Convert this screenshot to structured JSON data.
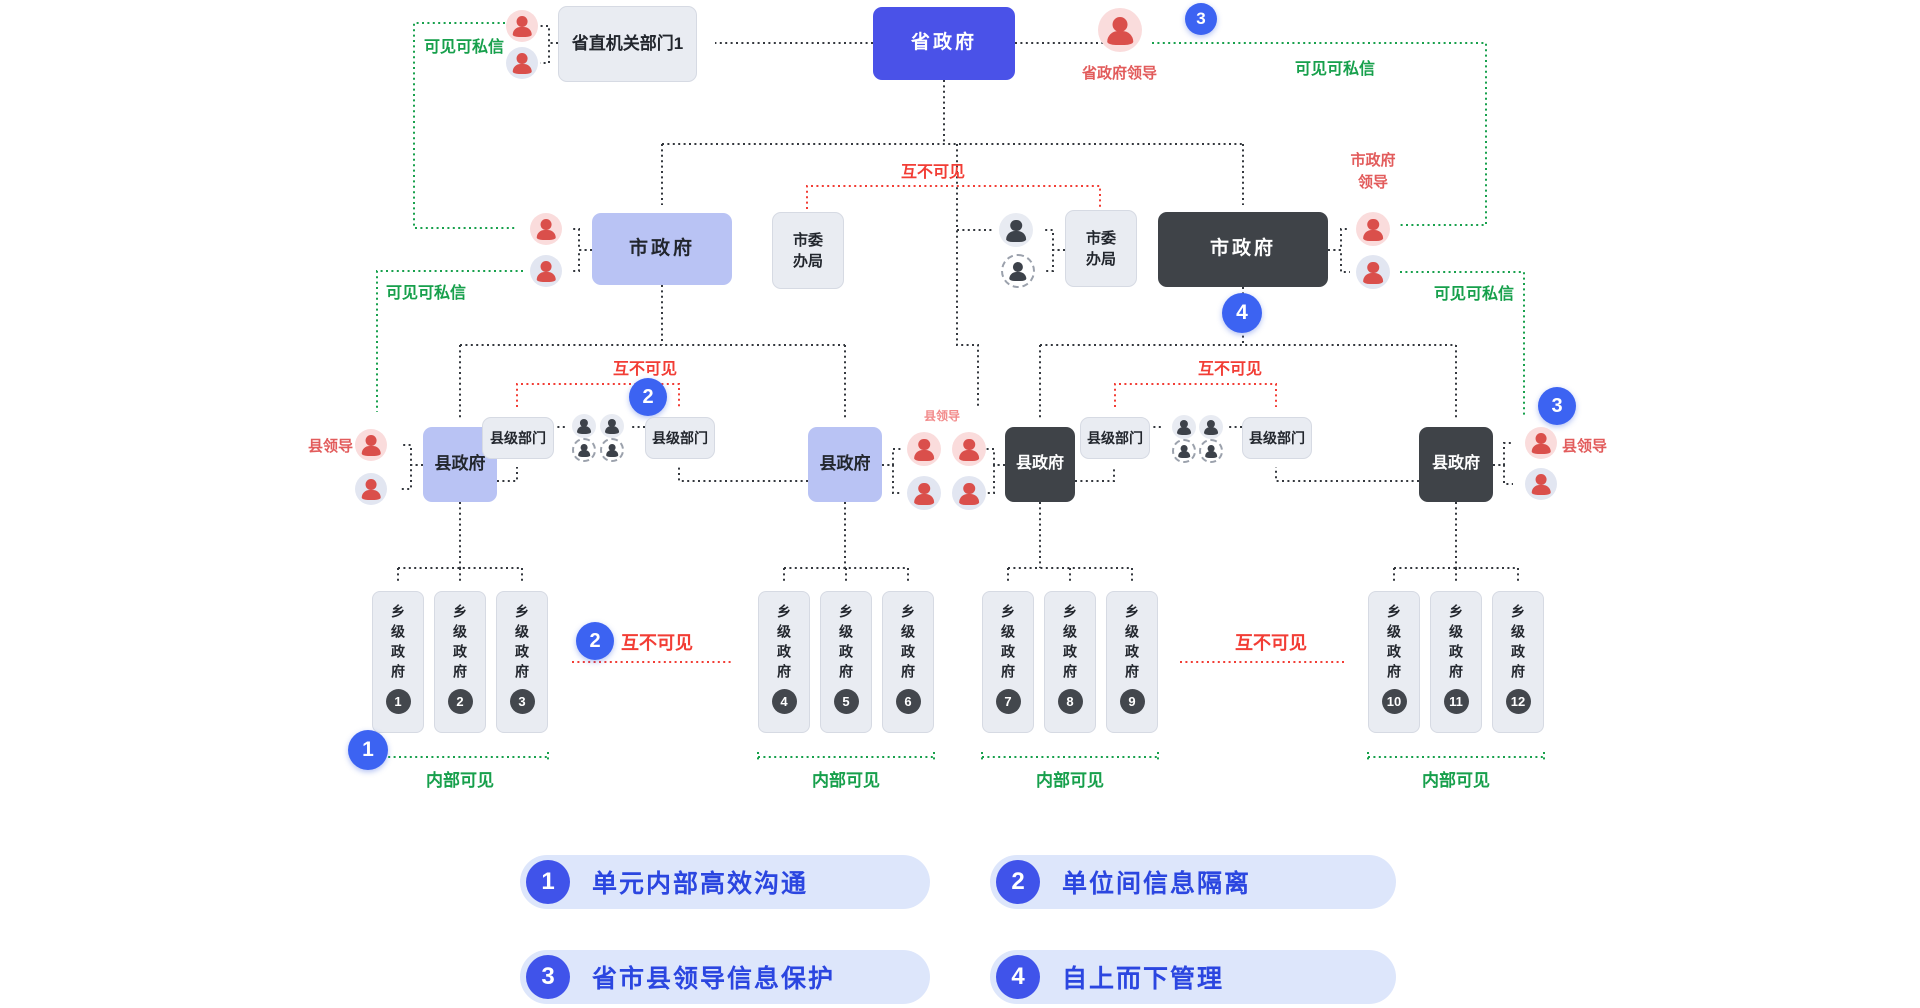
{
  "boxes": {
    "provincial_gov": "省政府",
    "provincial_dept": "省直机关部门1",
    "city_gov": "市政府",
    "city_office": "市委办局",
    "county_gov": "县政府",
    "county_dept": "县级部门",
    "township_gov": "乡级政府"
  },
  "labels": {
    "visible_dm": "可见可私信",
    "mutual_invisible": "互不可见",
    "internal_visible": "内部可见",
    "provincial_leader": "省政府领导",
    "city_leader": "市政府领导",
    "county_leader": "县领导"
  },
  "badges": {
    "one": "1",
    "two": "2",
    "three": "3",
    "four": "4"
  },
  "township_numbers": [
    "1",
    "2",
    "3",
    "4",
    "5",
    "6",
    "7",
    "8",
    "9",
    "10",
    "11",
    "12"
  ],
  "legend": [
    {
      "num": "1",
      "text": "单元内部高效沟通"
    },
    {
      "num": "2",
      "text": "单位间信息隔离"
    },
    {
      "num": "3",
      "text": "省市县领导信息保护"
    },
    {
      "num": "4",
      "text": "自上而下管理"
    }
  ],
  "colors": {
    "primary_blue": "#4a52e8",
    "badge_blue": "#3c63f2",
    "green": "#17a04c",
    "red": "#f23d35",
    "dark_box": "#3f4348",
    "purple_box": "#b9c3f4"
  }
}
